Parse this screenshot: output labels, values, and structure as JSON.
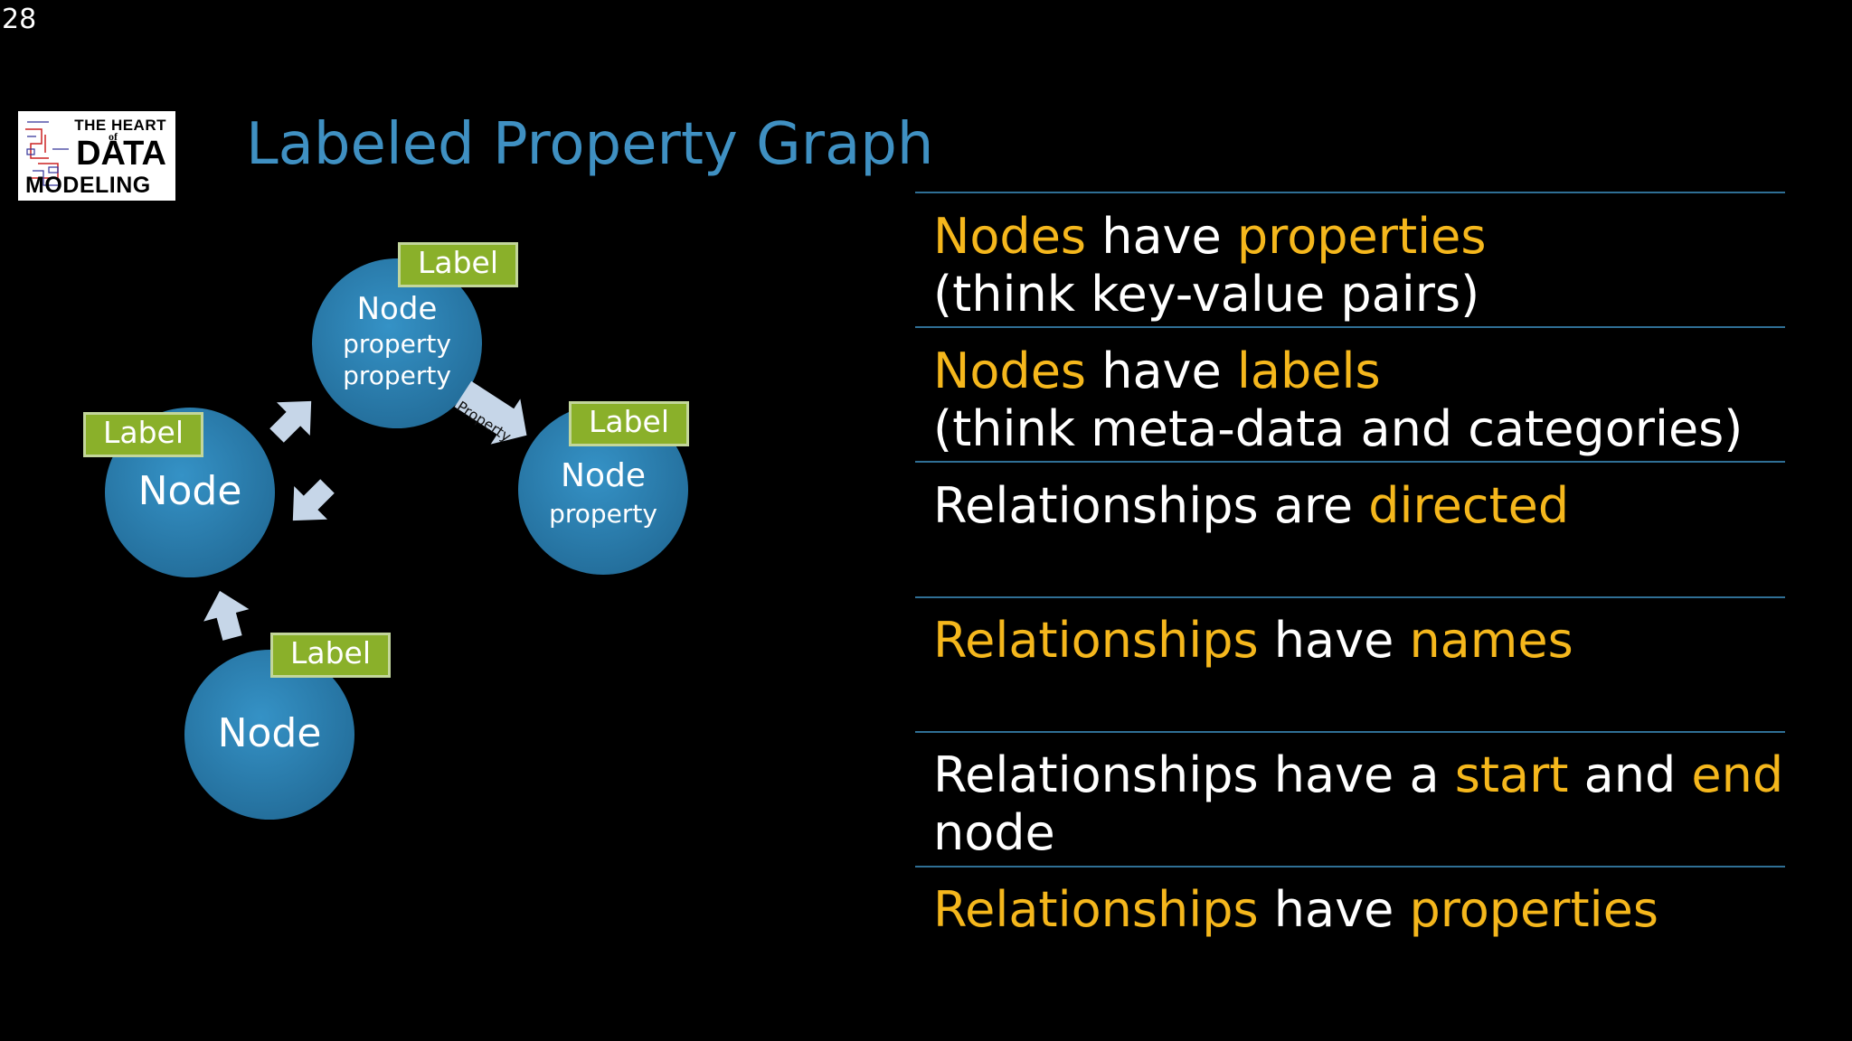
{
  "slide_number": "28",
  "logo": {
    "line1": "THE HEART",
    "line2": "of",
    "line3": "DATA",
    "line4": "MODELING"
  },
  "title": "Labeled Property Graph",
  "diagram": {
    "node_top": {
      "title": "Node",
      "prop1": "property",
      "prop2": "property",
      "label": "Label"
    },
    "node_left": {
      "title": "Node",
      "label": "Label"
    },
    "node_right": {
      "title": "Node",
      "prop1": "property",
      "label": "Label"
    },
    "node_bottom": {
      "title": "Node",
      "label": "Label"
    },
    "edge_property_label": "Property",
    "colors": {
      "node": "#2c83b5",
      "label": "#8ab02a",
      "arrow": "#c6d6e8"
    }
  },
  "bullets": [
    {
      "parts": [
        {
          "t": "Nodes",
          "h": true
        },
        {
          "t": " have ",
          "h": false
        },
        {
          "t": "properties",
          "h": true
        }
      ],
      "line2": "(think key-value pairs)"
    },
    {
      "parts": [
        {
          "t": "Nodes",
          "h": true
        },
        {
          "t": " have ",
          "h": false
        },
        {
          "t": "labels",
          "h": true
        }
      ],
      "line2": "(think meta-data and categories)"
    },
    {
      "parts": [
        {
          "t": "Relationships are ",
          "h": false
        },
        {
          "t": "directed",
          "h": true
        }
      ]
    },
    {
      "parts": [
        {
          "t": "Relationships",
          "h": true
        },
        {
          "t": " have ",
          "h": false
        },
        {
          "t": "names",
          "h": true
        }
      ]
    },
    {
      "parts": [
        {
          "t": "Relationships have a ",
          "h": false
        },
        {
          "t": "start",
          "h": true
        },
        {
          "t": " and ",
          "h": false
        },
        {
          "t": "end",
          "h": true
        }
      ],
      "line2": "node"
    },
    {
      "parts": [
        {
          "t": "Relationships",
          "h": true
        },
        {
          "t": " have ",
          "h": false
        },
        {
          "t": "properties",
          "h": true
        }
      ]
    }
  ],
  "highlight_color": "#f5b71c",
  "title_color": "#3f90c2"
}
